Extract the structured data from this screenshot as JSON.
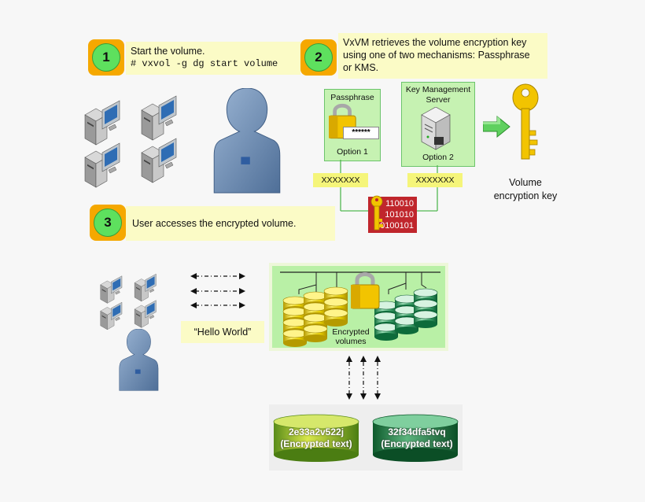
{
  "step1": {
    "num": "1",
    "title": "Start the volume.",
    "command": "# vxvol -g dg start volume"
  },
  "step2": {
    "num": "2",
    "line1": "VxVM retrieves the volume encryption key",
    "line2": "using one of two mechanisms: Passphrase",
    "line3": "or KMS."
  },
  "step3": {
    "num": "3",
    "text": "User accesses the encrypted volume."
  },
  "passphrase": {
    "title": "Passphrase",
    "mask": "******",
    "option": "Option 1"
  },
  "kms": {
    "title_line1": "Key Management",
    "title_line2": "Server",
    "option": "Option 2"
  },
  "tags": {
    "left": "XXXXXXX",
    "right": "XXXXXXX"
  },
  "binary": {
    "line1": "110010",
    "line2": "101010",
    "line3": "10100101"
  },
  "volume_key": {
    "line1": "Volume",
    "line2": "encryption key"
  },
  "hello": "“Hello World”",
  "encrypted_volumes": {
    "line1": "Encrypted",
    "line2": "volumes"
  },
  "cipher_left": {
    "value": "2e33a2v522j",
    "caption": "(Encrypted text)"
  },
  "cipher_right": {
    "value": "32f34dfa5tvq",
    "caption": "(Encrypted text)"
  },
  "colors": {
    "step_orange": "#f5a800",
    "step_green": "#5ee05e",
    "note_yellow": "#fbfbc6",
    "option_green": "#c6f2b2",
    "tag_yellow": "#f5f57a",
    "binary_red": "#c0262c",
    "key_gold": "#f2c400",
    "person_blue": "#6e8fb5"
  }
}
